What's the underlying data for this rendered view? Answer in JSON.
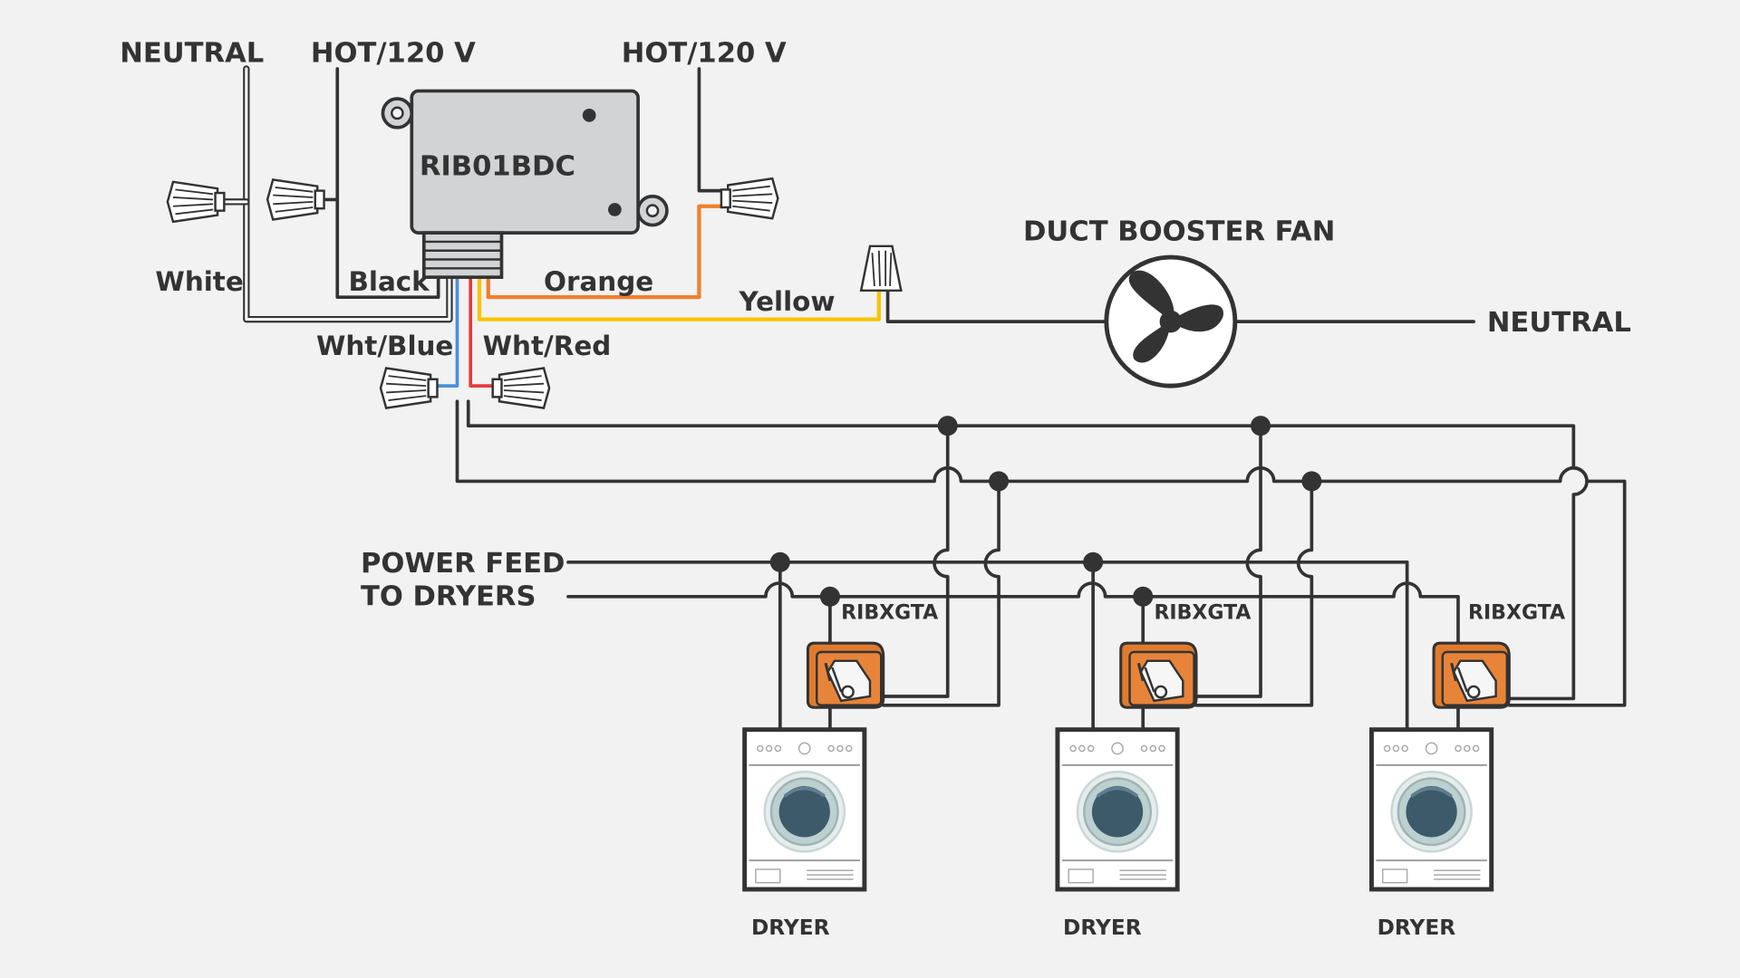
{
  "labels": {
    "neutral_top": "NEUTRAL",
    "hot_left": "HOT/120 V",
    "hot_right": "HOT/120 V",
    "relay_model": "RIB01BDC",
    "white": "White",
    "black": "Black",
    "orange": "Orange",
    "yellow": "Yellow",
    "wht_blue": "Wht/Blue",
    "wht_red": "Wht/Red",
    "fan_title": "DUCT BOOSTER FAN",
    "neutral_right": "NEUTRAL",
    "power_feed_1": "POWER FEED",
    "power_feed_2": "TO DRYERS",
    "sensors": [
      "RIBXGTA",
      "RIBXGTA",
      "RIBXGTA"
    ],
    "dryers": [
      "DRYER",
      "DRYER",
      "DRYER"
    ]
  },
  "colors": {
    "wire": "#333333",
    "orange_wire": "#f07f2b",
    "yellow_wire": "#f5c400",
    "blue_wire": "#4a90d9",
    "red_wire": "#e63b3b",
    "relay_box": "#d2d3d5",
    "sensor": "#e07b2e",
    "background": "#f2f2f2"
  }
}
